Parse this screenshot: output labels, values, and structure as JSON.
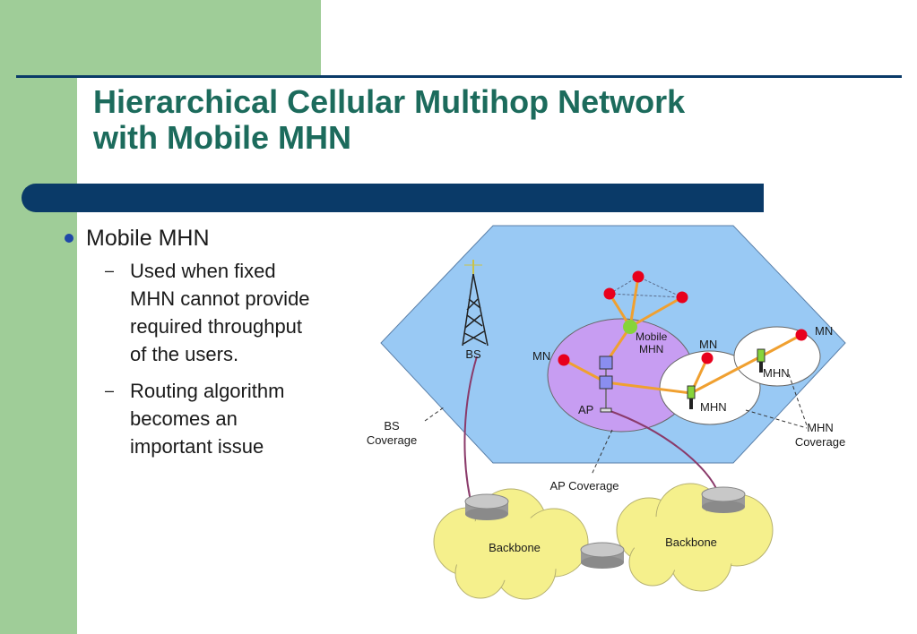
{
  "slide": {
    "title_line1": "Hierarchical Cellular Multihop Network",
    "title_line2": "with Mobile MHN",
    "bullet": "Mobile MHN",
    "sub_bullets": [
      "Used when fixed MHN cannot provide required throughput of the users.",
      "Routing algorithm becomes an important issue"
    ],
    "dash": "–"
  },
  "diagram": {
    "labels": {
      "bs": "BS",
      "bs_coverage_1": "BS",
      "bs_coverage_2": "Coverage",
      "mn_left": "MN",
      "mobile_mhn_1": "Mobile",
      "mobile_mhn_2": "MHN",
      "ap": "AP",
      "mn_mid": "MN",
      "mn_right": "MN",
      "mhn_upper": "MHN",
      "mhn_lower": "MHN",
      "mhn_coverage_1": "MHN",
      "mhn_coverage_2": "Coverage",
      "ap_coverage": "AP Coverage",
      "backbone_left": "Backbone",
      "backbone_right": "Backbone"
    }
  },
  "colors": {
    "green_band": "#9fcd98",
    "navy_bar": "#0a3a68",
    "title": "#1c6b5c",
    "bs_cell": "#99c9f4",
    "ap_cell": "#c79df2",
    "backbone": "#f5f08c",
    "mn_node": "#e8001c",
    "mobile_mhn_node": "#86d43a",
    "link": "#f0a030",
    "backbone_link": "#8a3a6a"
  }
}
